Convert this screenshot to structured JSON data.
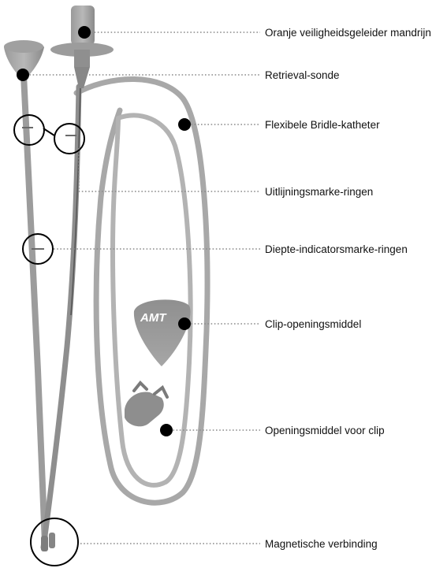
{
  "callouts": [
    {
      "id": "oranje-veiligheidsgeleider-mandrijn",
      "label": "Oranje veiligheidsgeleider mandrijn"
    },
    {
      "id": "retrieval-sonde",
      "label": "Retrieval-sonde"
    },
    {
      "id": "flexibele-bridle-katheter",
      "label": "Flexibele Bridle-katheter"
    },
    {
      "id": "uitlijningsmarke-ringen",
      "label": "Uitlijningsmarke-ringen"
    },
    {
      "id": "diepte-indicatorsmarke-ringen",
      "label": "Diepte-indicatorsmarke-ringen"
    },
    {
      "id": "clip-openingsmiddel",
      "label": "Clip-openingsmiddel"
    },
    {
      "id": "openingsmiddel-voor-clip",
      "label": "Openingsmiddel voor clip"
    },
    {
      "id": "magnetische-verbinding",
      "label": "Magnetische verbinding"
    }
  ],
  "device": {
    "brand_text": "AMT"
  },
  "colors": {
    "tube": "#a9a9a9",
    "tube_dark": "#8d8d8d",
    "tube_light": "#c6c6c6",
    "wire": "#555555",
    "marker": "#000000",
    "leader": "#8a8a8a",
    "label": "#111111"
  }
}
